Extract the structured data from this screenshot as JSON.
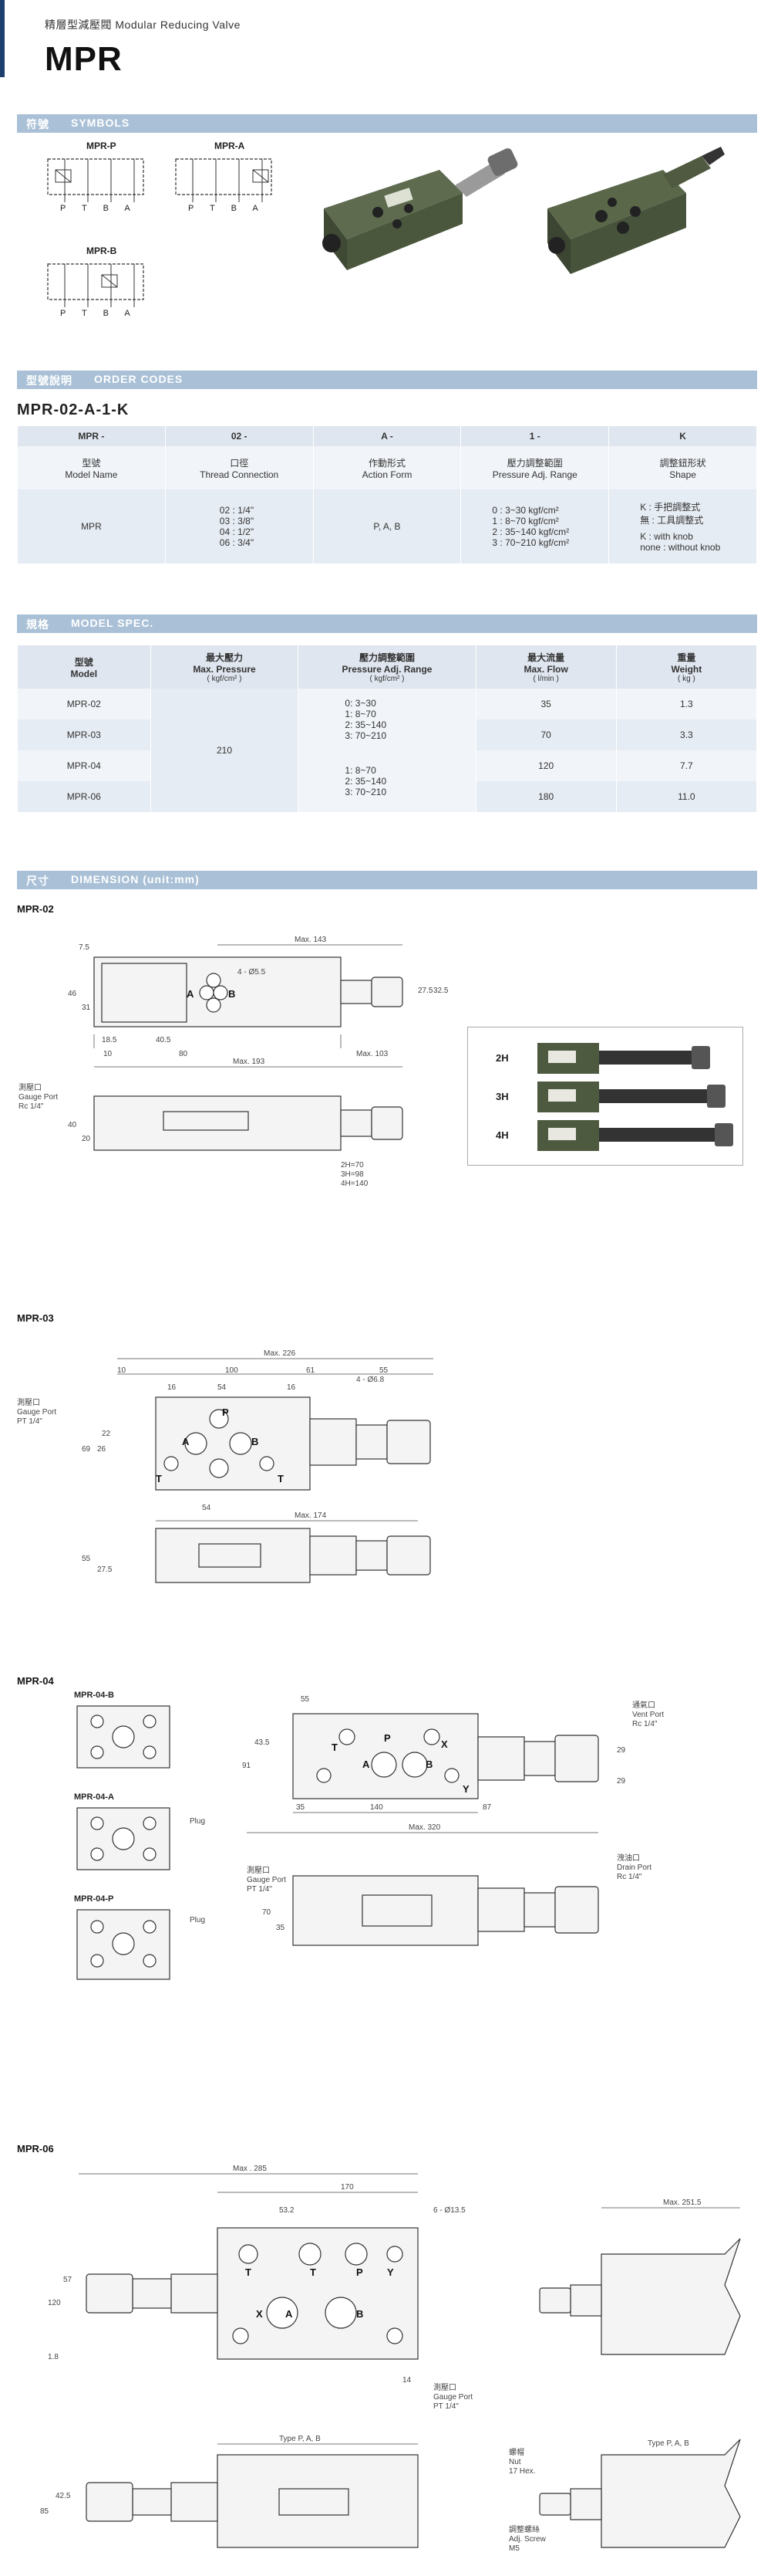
{
  "header": {
    "subtitle": "精層型減壓閥  Modular Reducing Valve",
    "title": "MPR"
  },
  "sections": {
    "symbols": {
      "cn": "符號",
      "en": "SYMBOLS"
    },
    "order_codes": {
      "cn": "型號說明",
      "en": "ORDER CODES"
    },
    "model_spec": {
      "cn": "規格",
      "en": "MODEL SPEC."
    },
    "dimension": {
      "cn": "尺寸",
      "en": "DIMENSION (unit:mm)"
    }
  },
  "symbols": {
    "items": [
      {
        "name": "MPR-P",
        "ports": "P T B A"
      },
      {
        "name": "MPR-A",
        "ports": "P T B A"
      },
      {
        "name": "MPR-B",
        "ports": "P T B A"
      }
    ]
  },
  "order_code": {
    "code": "MPR-02-A-1-K",
    "headers": [
      "MPR -",
      "02 -",
      "A -",
      "1 -",
      "K"
    ],
    "labels": [
      {
        "cn": "型號",
        "en": "Model Name"
      },
      {
        "cn": "口徑",
        "en": "Thread Connection"
      },
      {
        "cn": "作動形式",
        "en": "Action Form"
      },
      {
        "cn": "壓力調整範圍",
        "en": "Pressure Adj. Range"
      },
      {
        "cn": "調整鈕形狀",
        "en": "Shape"
      }
    ],
    "values": {
      "model": "MPR",
      "thread": [
        "02 : 1/4\"",
        "03 : 3/8\"",
        "04 : 1/2\"",
        "06 : 3/4\""
      ],
      "action": "P, A, B",
      "pressure": [
        "0 : 3~30 kgf/cm²",
        "1 : 8~70 kgf/cm²",
        "2 : 35~140 kgf/cm²",
        "3 : 70~210 kgf/cm²"
      ],
      "shape": [
        "K : 手把調整式",
        "無 : 工具調整式",
        "K : with knob",
        "none : without knob"
      ]
    }
  },
  "spec": {
    "headers": [
      {
        "cn": "型號",
        "en": "Model",
        "unit": ""
      },
      {
        "cn": "最大壓力",
        "en": "Max. Pressure",
        "unit": "( kgf/cm² )"
      },
      {
        "cn": "壓力調整範圍",
        "en": "Pressure Adj. Range",
        "unit": "( kgf/cm² )"
      },
      {
        "cn": "最大流量",
        "en": "Max. Flow",
        "unit": "( l/min )"
      },
      {
        "cn": "重量",
        "en": "Weight",
        "unit": "( kg )"
      }
    ],
    "rows": [
      {
        "model": "MPR-02",
        "flow": "35",
        "weight": "1.3"
      },
      {
        "model": "MPR-03",
        "flow": "70",
        "weight": "3.3"
      },
      {
        "model": "MPR-04",
        "flow": "120",
        "weight": "7.7"
      },
      {
        "model": "MPR-06",
        "flow": "180",
        "weight": "11.0"
      }
    ],
    "max_pressure": "210",
    "range_a": [
      "0: 3~30",
      "1: 8~70",
      "2: 35~140",
      "3: 70~210"
    ],
    "range_b": [
      "1: 8~70",
      "2: 35~140",
      "3: 70~210"
    ]
  },
  "dimensions": {
    "mpr02": {
      "label": "MPR-02",
      "dims": {
        "holes": "4 - Ø5.5",
        "max143": "Max. 143",
        "d7_5": "7.5",
        "d46": "46",
        "d31": "31",
        "d27_5": "27.5",
        "d32_5": "32.5",
        "d18_5": "18.5",
        "d40_5": "40.5",
        "d10": "10",
        "d80": "80",
        "max103": "Max. 103",
        "max193": "Max. 193",
        "d40": "40",
        "d20": "20"
      },
      "gauge": [
        "測壓口",
        "Gauge Port",
        "Rc 1/4\""
      ],
      "stroke": [
        "2H=70",
        "3H=98",
        "4H=140"
      ],
      "knobs": [
        "2H",
        "3H",
        "4H"
      ]
    },
    "mpr03": {
      "label": "MPR-03",
      "dims": {
        "max226": "Max. 226",
        "holes": "4 - Ø6.8",
        "d10": "10",
        "d100": "100",
        "d61": "61",
        "d55": "55",
        "d16": "16",
        "d54": "54",
        "d16b": "16",
        "d22": "22",
        "d69": "69",
        "d26": "26",
        "d54b": "54",
        "max174": "Max. 174",
        "d55b": "55",
        "d27_5": "27.5"
      },
      "gauge": [
        "測壓口",
        "Gauge Port",
        "PT 1/4\""
      ]
    },
    "mpr04": {
      "label": "MPR-04",
      "variants": [
        "MPR-04-B",
        "MPR-04-A",
        "MPR-04-P"
      ],
      "plug": "Plug",
      "dims": {
        "d55": "55",
        "d43_5": "43.5",
        "d91": "91",
        "d35": "35",
        "d140": "140",
        "d87": "87",
        "max320": "Max. 320",
        "d29": "29",
        "d29b": "29",
        "d70": "70",
        "d35b": "35"
      },
      "vent": [
        "通氣口",
        "Vent Port",
        "Rc 1/4\""
      ],
      "gauge": [
        "測壓口",
        "Gauge Port",
        "PT 1/4\""
      ],
      "drain": [
        "洩油口",
        "Drain Port",
        "Rc 1/4\""
      ]
    },
    "mpr06": {
      "label": "MPR-06",
      "dims": {
        "max285": "Max . 285",
        "d170": "170",
        "d53_2": "53.2",
        "holes": "6 - Ø13.5",
        "max251": "Max. 251.5",
        "d57": "57",
        "d120": "120",
        "d1_8": "1.8",
        "d14": "14",
        "d85": "85",
        "d42_5": "42.5"
      },
      "gauge": [
        "測壓口",
        "Gauge Port",
        "PT 1/4\""
      ],
      "type": "Type P, A, B",
      "nut": [
        "螺帽",
        "Nut",
        "17 Hex."
      ],
      "screw": [
        "調整螺絲",
        "Adj. Screw",
        "M5"
      ]
    }
  },
  "colors": {
    "accent": "#1d3f6e",
    "section_bar": "#a9c0d6",
    "table_head": "#dfe6ef",
    "row_a": "#f1f4f8",
    "row_b": "#e6ecf3"
  }
}
